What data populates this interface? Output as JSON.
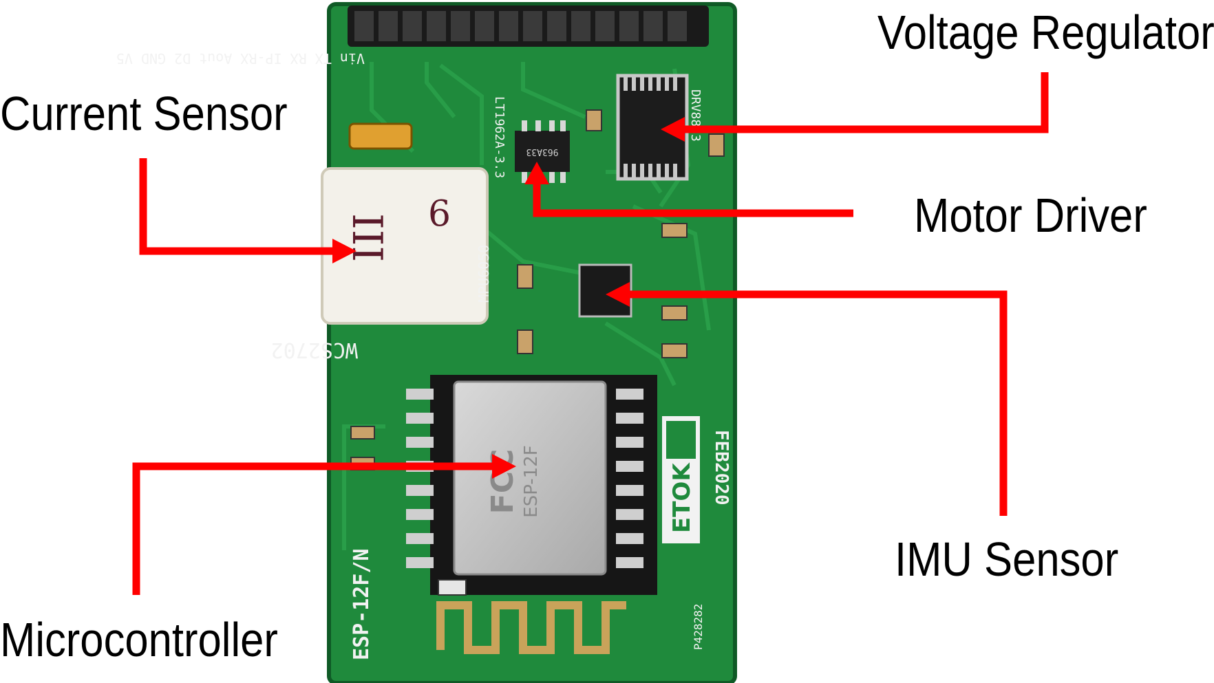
{
  "labels": {
    "voltage_regulator": "Voltage Regulator",
    "current_sensor": "Current Sensor",
    "motor_driver": "Motor Driver",
    "imu_sensor": "IMU Sensor",
    "microcontroller": "Microcontroller"
  },
  "board_silkscreen": {
    "header_pins": "Vin TX RX IP-RX Aout D2 GND V5",
    "regulator_chip": "LT1962A-3.3",
    "regulator_mark": "963A33",
    "motor_driver_ref": "DRV8833",
    "sensor_ref": "WCS2702",
    "sensor_handwriting_1": "III",
    "sensor_handwriting_2": "9",
    "imu_ref": "MPU6050",
    "module_ref": "ESP-12F/N",
    "brand": "ETOK",
    "date": "FEB2020",
    "part_number": "P428282",
    "module_fcc": "FCC",
    "module_model": "ESP-12F"
  },
  "colors": {
    "arrow": "#ff0000",
    "pcb": "#1f8a3c",
    "pcb_dark": "#0f5a26",
    "trace": "#2aa04a",
    "shield": "#c9c9c9"
  }
}
